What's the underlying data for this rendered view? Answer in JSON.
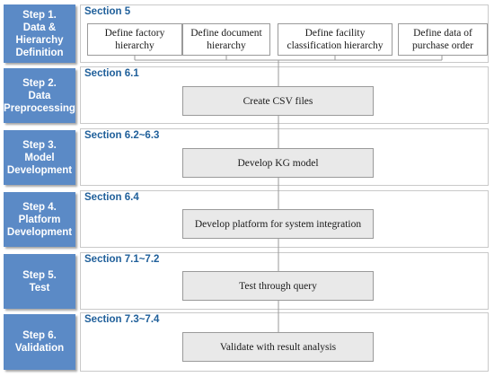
{
  "steps": [
    {
      "label": "Step 1.\nData &\nHierarchy\nDefinition"
    },
    {
      "label": "Step 2.\nData\nPreprocessing"
    },
    {
      "label": "Step 3.\nModel\nDevelopment"
    },
    {
      "label": "Step 4.\nPlatform\nDevelopment"
    },
    {
      "label": "Step 5.\nTest"
    },
    {
      "label": "Step 6.\nValidation"
    }
  ],
  "sections": [
    "Section 5",
    "Section 6.1",
    "Section 6.2~6.3",
    "Section 6.4",
    "Section 7.1~7.2",
    "Section 7.3~7.4"
  ],
  "definitions": [
    "Define factory\nhierarchy",
    "Define document\nhierarchy",
    "Define facility\nclassification hierarchy",
    "Define data of\npurchase order"
  ],
  "processes": [
    "Create CSV files",
    "Develop KG model",
    "Develop platform for system integration",
    "Test through query",
    "Validate with result analysis"
  ],
  "colors": {
    "step_fill": "#5b8ac6",
    "section_text": "#1f5f9a",
    "process_fill": "#e9e9e9",
    "connector": "#9a9a9a"
  }
}
